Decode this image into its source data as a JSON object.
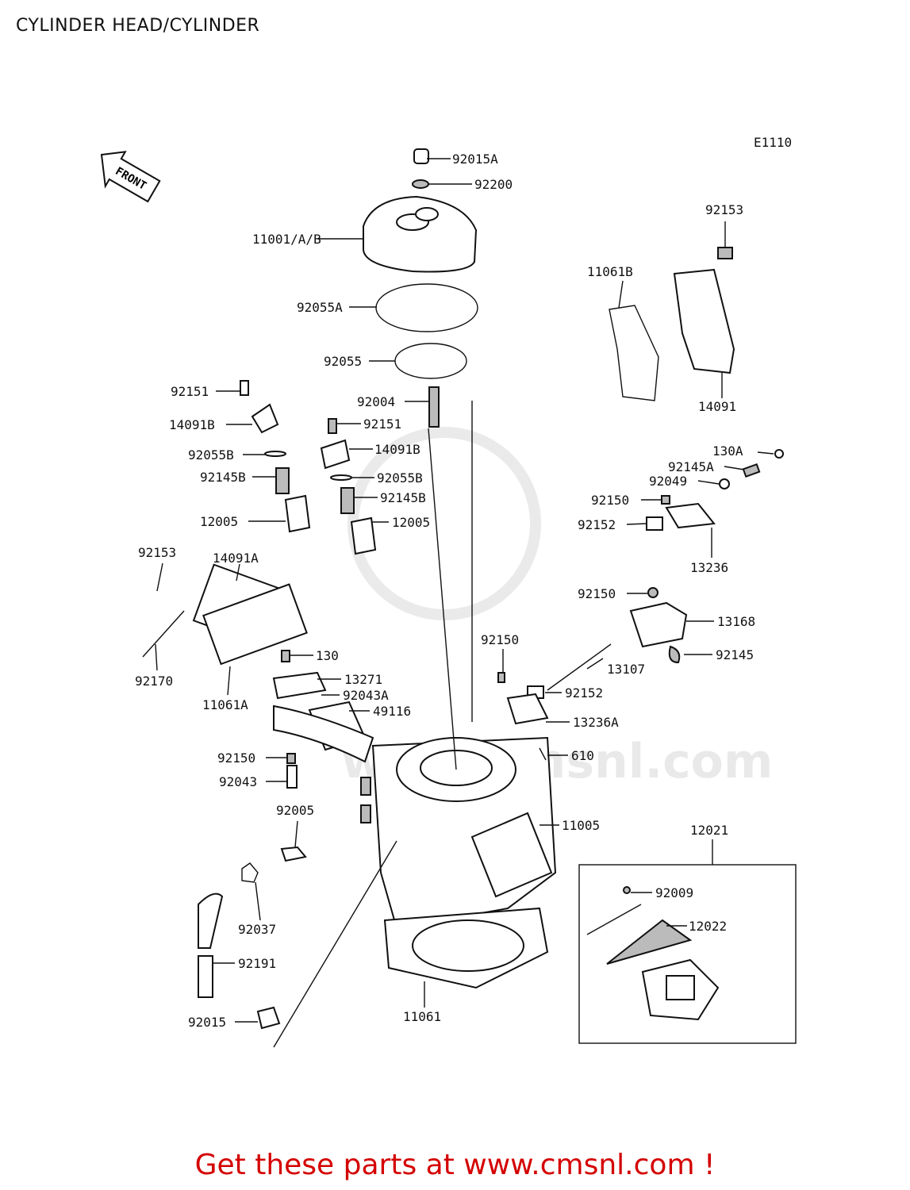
{
  "title": "CYLINDER HEAD/CYLINDER",
  "diagram_code": "E1110",
  "front_label": "FRONT",
  "footer": "Get these parts at www.cmsnl.com !",
  "part_labels": [
    "92015A",
    "92200",
    "11001/A/B",
    "92055A",
    "92055",
    "92004",
    "92151",
    "14091B",
    "92055B",
    "92145B",
    "12005",
    "92151",
    "14091B",
    "92055B",
    "92145B",
    "12005",
    "92153",
    "11061B",
    "14091",
    "130A",
    "92145A",
    "92049",
    "92150",
    "92152",
    "13236",
    "92150",
    "13168",
    "92145",
    "13107",
    "92152",
    "13236A",
    "92150",
    "92153",
    "14091A",
    "92170",
    "11061A",
    "130",
    "13271",
    "92043A",
    "49116",
    "92150",
    "92043",
    "92005",
    "610",
    "11005",
    "12021",
    "92009",
    "12022",
    "92037",
    "92191",
    "92015",
    "11061"
  ]
}
